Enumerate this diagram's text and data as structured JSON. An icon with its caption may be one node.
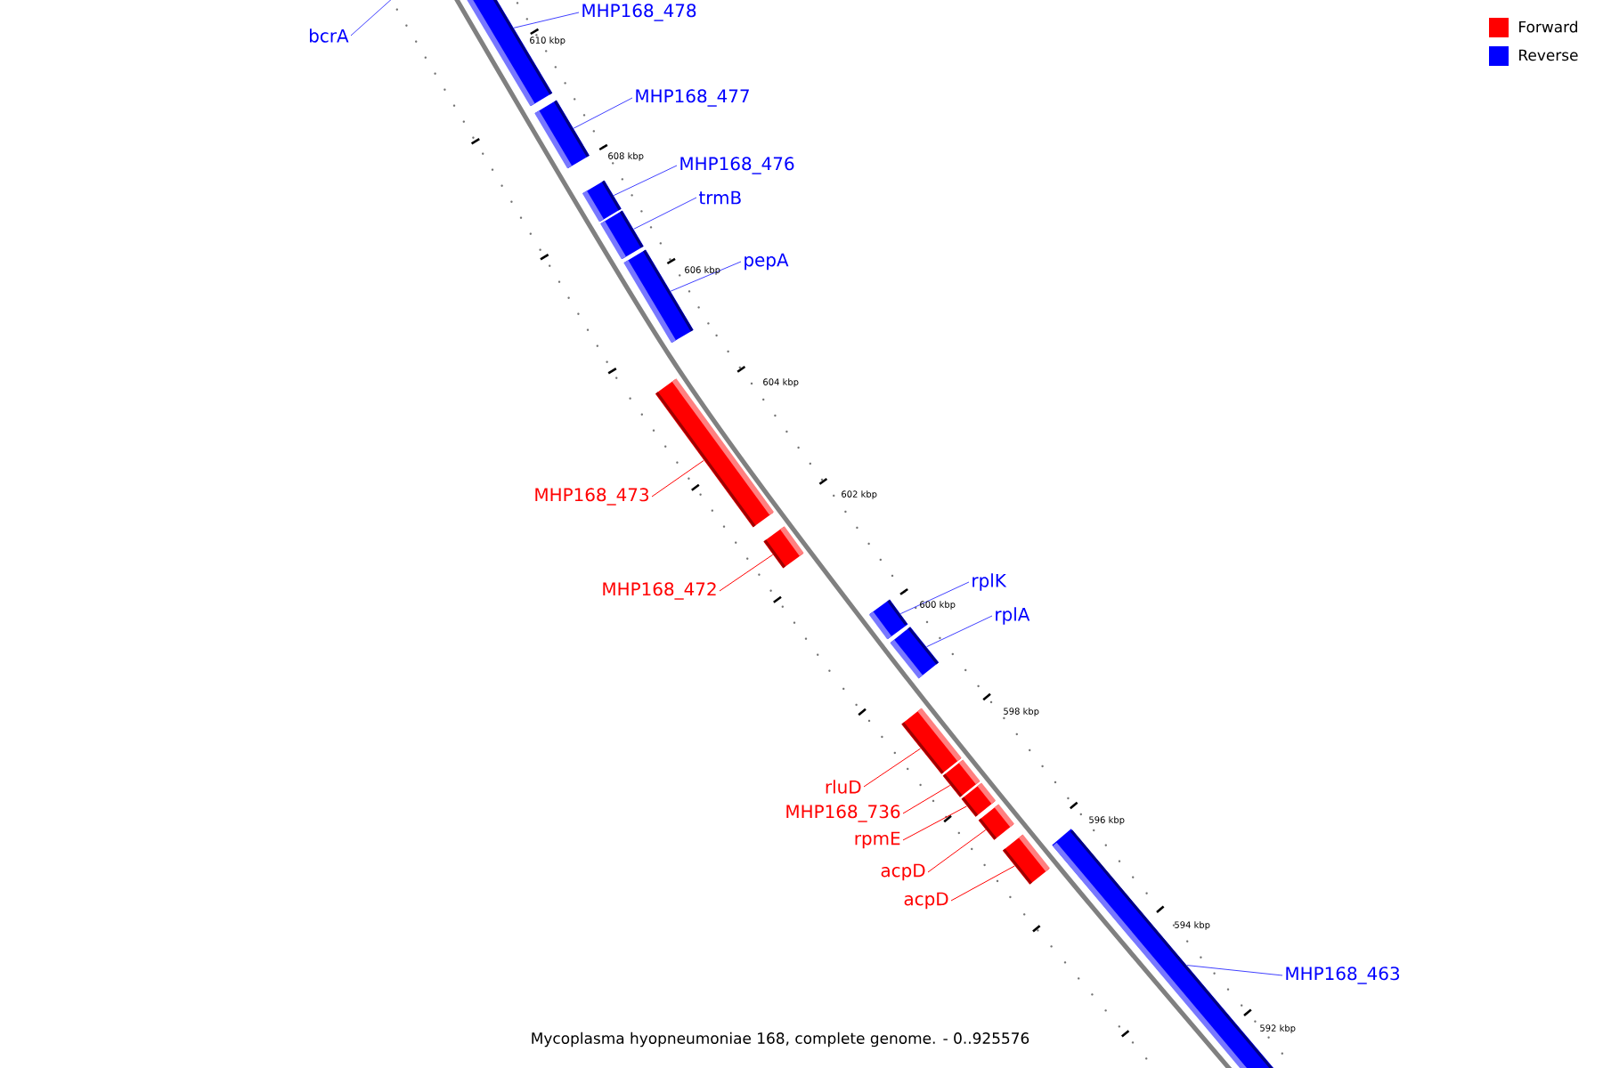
{
  "diagram": {
    "caption": "Mycoplasma hyopneumoniae 168, complete genome. - 0..925576",
    "nodes": [
      {
        "text": [
          "bcrA"
        ]
      },
      {
        "text": [
          "MHP168_478"
        ]
      },
      {
        "text": [],
        "shape": "bar"
      },
      {
        "text": [
          "MHP168_477"
        ]
      },
      {
        "text": [],
        "shape": "bar"
      },
      {
        "text": [
          "MHP168_476"
        ]
      },
      {
        "text": [],
        "shape": "bar"
      },
      {
        "text": [
          "trmB"
        ]
      },
      {
        "text": [],
        "shape": "bar"
      },
      {
        "text": [
          "pepA"
        ]
      },
      {
        "text": [],
        "shape": "bar"
      },
      {
        "text": [
          "MHP168_473"
        ]
      },
      {
        "text": [],
        "shape": "bar"
      },
      {
        "text": [
          "MHP168_472"
        ]
      },
      {
        "text": [],
        "shape": "bar"
      },
      {
        "text": [
          "rplK"
        ]
      },
      {
        "text": [],
        "shape": "bar"
      },
      {
        "text": [
          "rplA"
        ]
      },
      {
        "text": [],
        "shape": "bar"
      },
      {
        "text": [
          "rluD"
        ]
      },
      {
        "text": [],
        "shape": "bar"
      },
      {
        "text": [
          "MHP168_736"
        ]
      },
      {
        "text": [],
        "shape": "bar"
      },
      {
        "text": [
          "rpmE"
        ]
      },
      {
        "text": [],
        "shape": "bar"
      },
      {
        "text": [
          "acpD"
        ]
      },
      {
        "text": [],
        "shape": "bar"
      },
      {
        "text": [
          "acpD"
        ]
      },
      {
        "text": [],
        "shape": "bar"
      },
      {
        "text": [
          "MHP168_463"
        ]
      },
      {
        "text": [],
        "shape": "bar"
      }
    ],
    "edges": [
      {
        "from": 0,
        "to": null,
        "arrow": "none"
      },
      {
        "from": 1,
        "to": 2,
        "arrow": "none"
      },
      {
        "from": 3,
        "to": 4,
        "arrow": "none"
      },
      {
        "from": 5,
        "to": 6,
        "arrow": "none"
      },
      {
        "from": 7,
        "to": 8,
        "arrow": "none"
      },
      {
        "from": 9,
        "to": 10,
        "arrow": "none"
      },
      {
        "from": 11,
        "to": 12,
        "arrow": "none",
        "color": "#ff0000"
      },
      {
        "from": 13,
        "to": 14,
        "arrow": "none",
        "color": "#ff0000"
      },
      {
        "from": 15,
        "to": 16,
        "arrow": "none"
      },
      {
        "from": 17,
        "to": 18,
        "arrow": "none"
      },
      {
        "from": 19,
        "to": 20,
        "arrow": "none",
        "color": "#ff0000"
      },
      {
        "from": 21,
        "to": 22,
        "arrow": "none",
        "color": "#ff0000"
      },
      {
        "from": 23,
        "to": 24,
        "arrow": "none",
        "color": "#ff0000"
      },
      {
        "from": 25,
        "to": 26,
        "arrow": "none",
        "color": "#ff0000"
      },
      {
        "from": 27,
        "to": 28,
        "arrow": "none",
        "color": "#ff0000"
      },
      {
        "from": 29,
        "to": 30,
        "arrow": "none"
      }
    ],
    "labels": [
      "610 kbp",
      "608 kbp",
      "606 kbp",
      "604 kbp",
      "602 kbp",
      "600 kbp",
      "598 kbp",
      "596 kbp",
      "594 kbp",
      "592 kbp"
    ],
    "legend": [
      {
        "text": "Forward",
        "color": "#ff0000"
      },
      {
        "text": "Reverse",
        "color": "#0000ff"
      }
    ]
  }
}
